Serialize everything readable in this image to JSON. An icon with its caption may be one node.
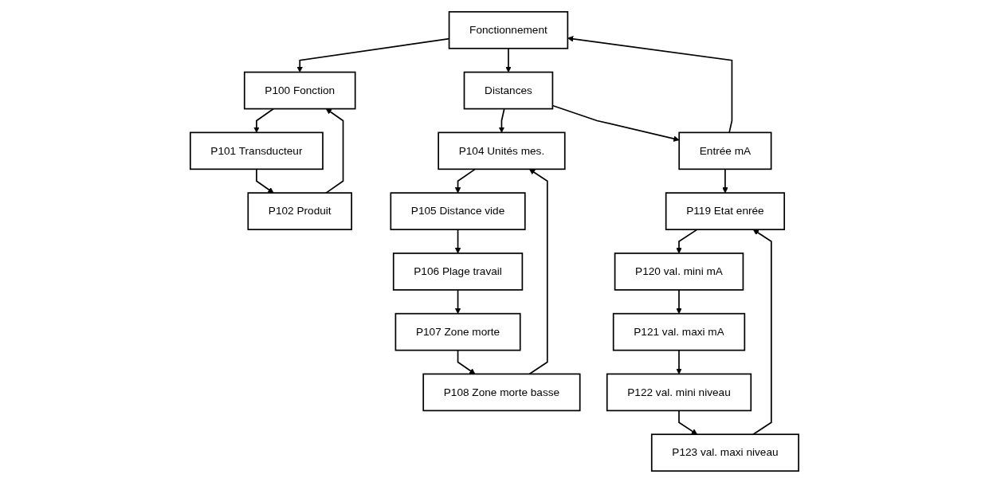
{
  "diagram": {
    "nodes": [
      {
        "text": [
          "Fonctionnement"
        ]
      },
      {
        "text": [
          "Distances"
        ]
      },
      {
        "text": [
          "Entrée mA"
        ]
      },
      {
        "text": [
          "P100 Fonction"
        ]
      },
      {
        "text": [
          "P101 Transducteur"
        ]
      },
      {
        "text": [
          "P102 Produit"
        ]
      },
      {
        "text": [
          "P104 Unités mes."
        ]
      },
      {
        "text": [
          "P105 Distance vide"
        ]
      },
      {
        "text": [
          "P106 Plage travail"
        ]
      },
      {
        "text": [
          "P107 Zone morte"
        ]
      },
      {
        "text": [
          "P108 Zone morte basse"
        ]
      },
      {
        "text": [
          "P119 Etat enrée"
        ]
      },
      {
        "text": [
          "P120 val. mini mA"
        ]
      },
      {
        "text": [
          "P121 val. maxi mA"
        ]
      },
      {
        "text": [
          "P122 val. mini niveau"
        ]
      },
      {
        "text": [
          "P123 val. maxi niveau"
        ]
      }
    ],
    "edges": [
      {
        "from": 0,
        "to": 1,
        "arrow": "to"
      },
      {
        "from": 1,
        "to": 2,
        "arrow": "to"
      },
      {
        "from": 2,
        "to": 0,
        "arrow": "to"
      },
      {
        "from": 0,
        "to": 3,
        "arrow": "to"
      },
      {
        "from": 3,
        "to": 4,
        "arrow": "to"
      },
      {
        "from": 4,
        "to": 5,
        "arrow": "to"
      },
      {
        "from": 5,
        "to": 3,
        "arrow": "to"
      },
      {
        "from": 1,
        "to": 6,
        "arrow": "to"
      },
      {
        "from": 6,
        "to": 7,
        "arrow": "to"
      },
      {
        "from": 7,
        "to": 8,
        "arrow": "to"
      },
      {
        "from": 8,
        "to": 9,
        "arrow": "to"
      },
      {
        "from": 9,
        "to": 10,
        "arrow": "to"
      },
      {
        "from": 10,
        "to": 6,
        "arrow": "to"
      },
      {
        "from": 2,
        "to": 11,
        "arrow": "to"
      },
      {
        "from": 11,
        "to": 12,
        "arrow": "to"
      },
      {
        "from": 12,
        "to": 13,
        "arrow": "to"
      },
      {
        "from": 13,
        "to": 14,
        "arrow": "to"
      },
      {
        "from": 14,
        "to": 15,
        "arrow": "to"
      },
      {
        "from": 15,
        "to": 11,
        "arrow": "to"
      }
    ]
  }
}
